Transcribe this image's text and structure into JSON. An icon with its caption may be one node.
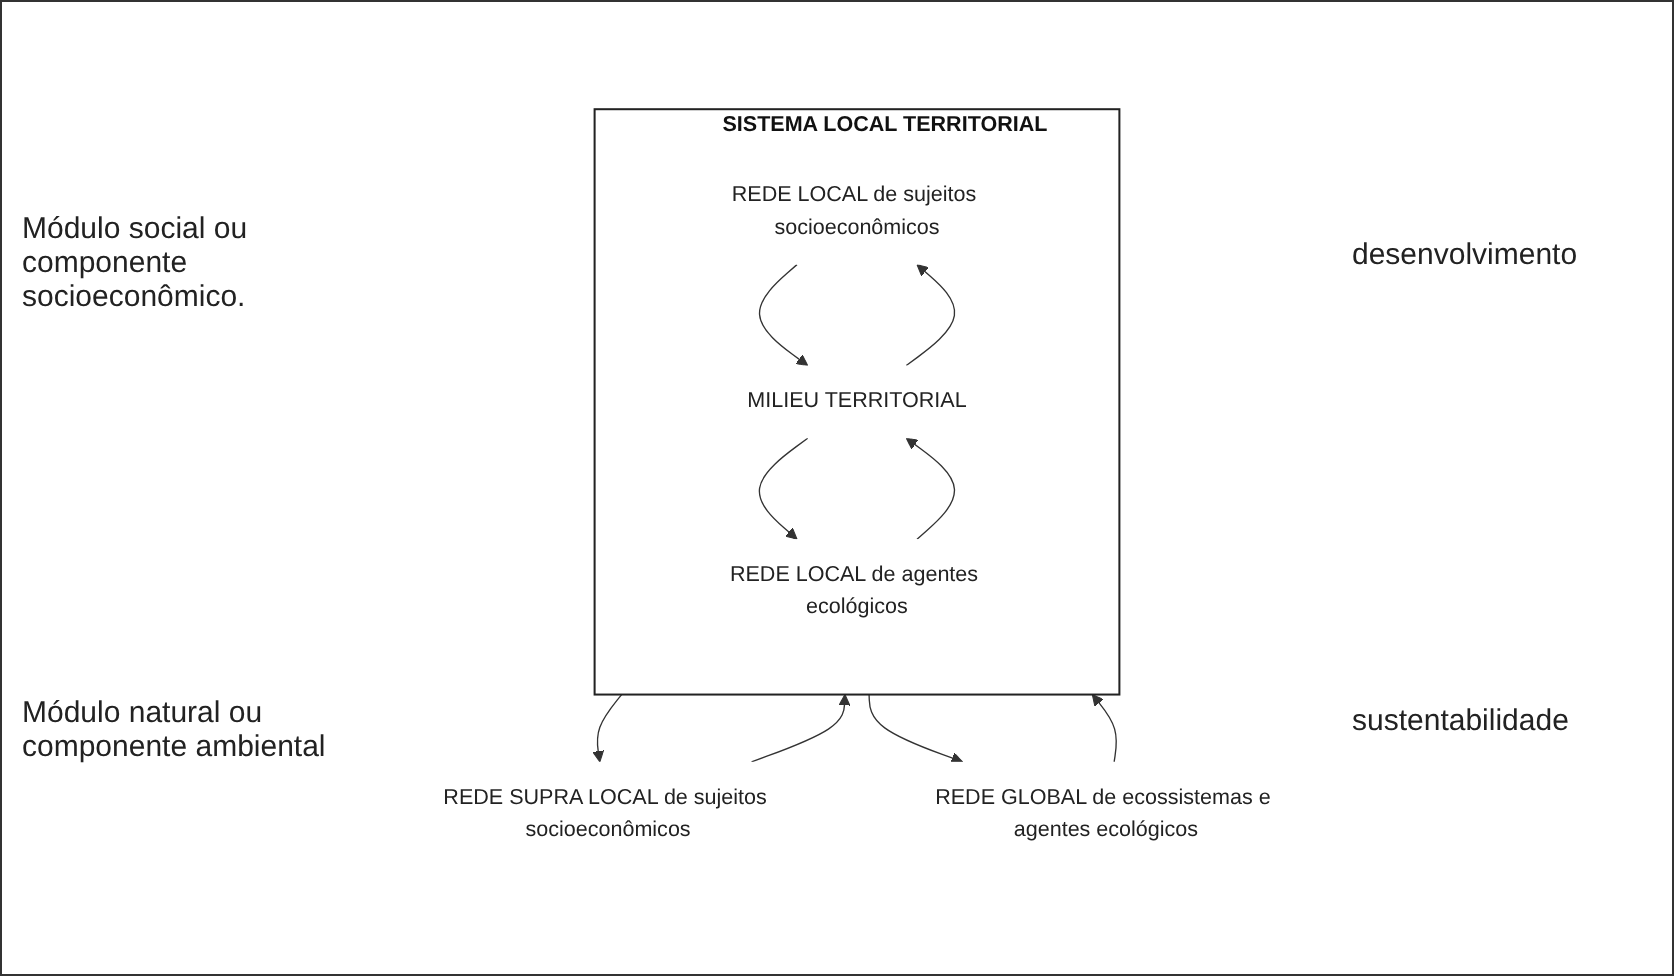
{
  "diagram": {
    "nodes": [
      {
        "text": [
          "REDE SUPRA LOCAL de sujeitos socioeconômicos"
        ]
      },
      {
        "text": [
          "SISTEMA LOCAL TERRITORIAL"
        ]
      },
      {
        "text": [
          "REDE LOCAL de sujeitos socioeconômicos"
        ],
        "in": 1
      },
      {
        "text": [
          "MILIEU TERRITORIAL"
        ],
        "in": 1
      },
      {
        "text": [
          "REDE LOCAL de agentes ecológicos"
        ],
        "in": 1
      },
      {
        "text": [
          "REDE GLOBAL de ecossistemas e agentes ecológicos"
        ]
      }
    ],
    "edges": [
      {
        "from": 0,
        "to": 1,
        "arrow": "to"
      },
      {
        "from": 1,
        "to": 0,
        "arrow": "to"
      },
      {
        "from": 2,
        "to": 3,
        "arrow": "to"
      },
      {
        "from": 3,
        "to": 2,
        "arrow": "to"
      },
      {
        "from": 3,
        "to": 4,
        "arrow": "to"
      },
      {
        "from": 4,
        "to": 3,
        "arrow": "to"
      },
      {
        "from": 1,
        "to": 5,
        "arrow": "to"
      },
      {
        "from": 5,
        "to": 1,
        "arrow": "to"
      }
    ],
    "labels": [
      "Módulo social ou componente socioeconômico.",
      "desenvolvimento",
      "Módulo natural ou componente ambiental",
      "sustentabilidade"
    ]
  }
}
